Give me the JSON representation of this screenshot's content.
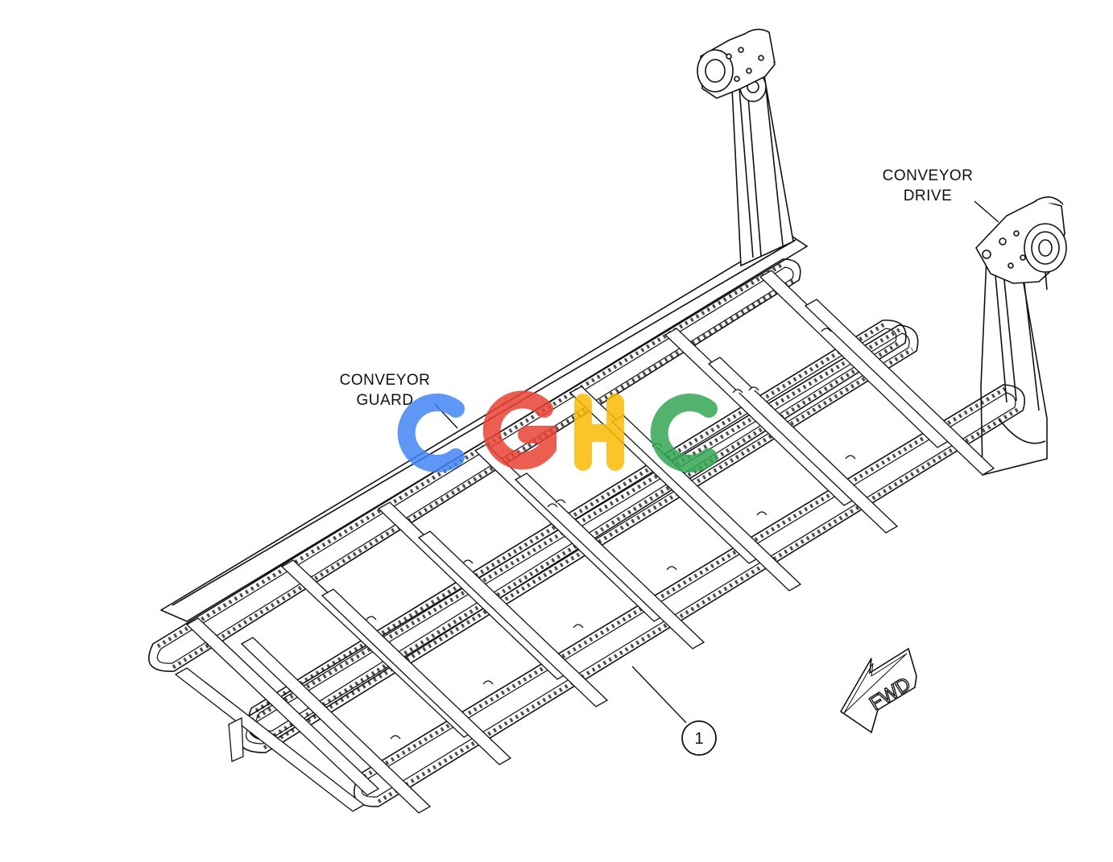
{
  "labels": {
    "conveyor_drive": [
      "CONVEYOR",
      "DRIVE"
    ],
    "conveyor_guard": [
      "CONVEYOR",
      "GUARD"
    ]
  },
  "item_balloon": "1",
  "direction_arrow": "FWD",
  "watermark": {
    "text": "CGHC",
    "colors": [
      "#4285f4",
      "#ea4335",
      "#fbbc05",
      "#34a853"
    ]
  },
  "colors": {
    "line": "#111111",
    "background": "#ffffff"
  }
}
